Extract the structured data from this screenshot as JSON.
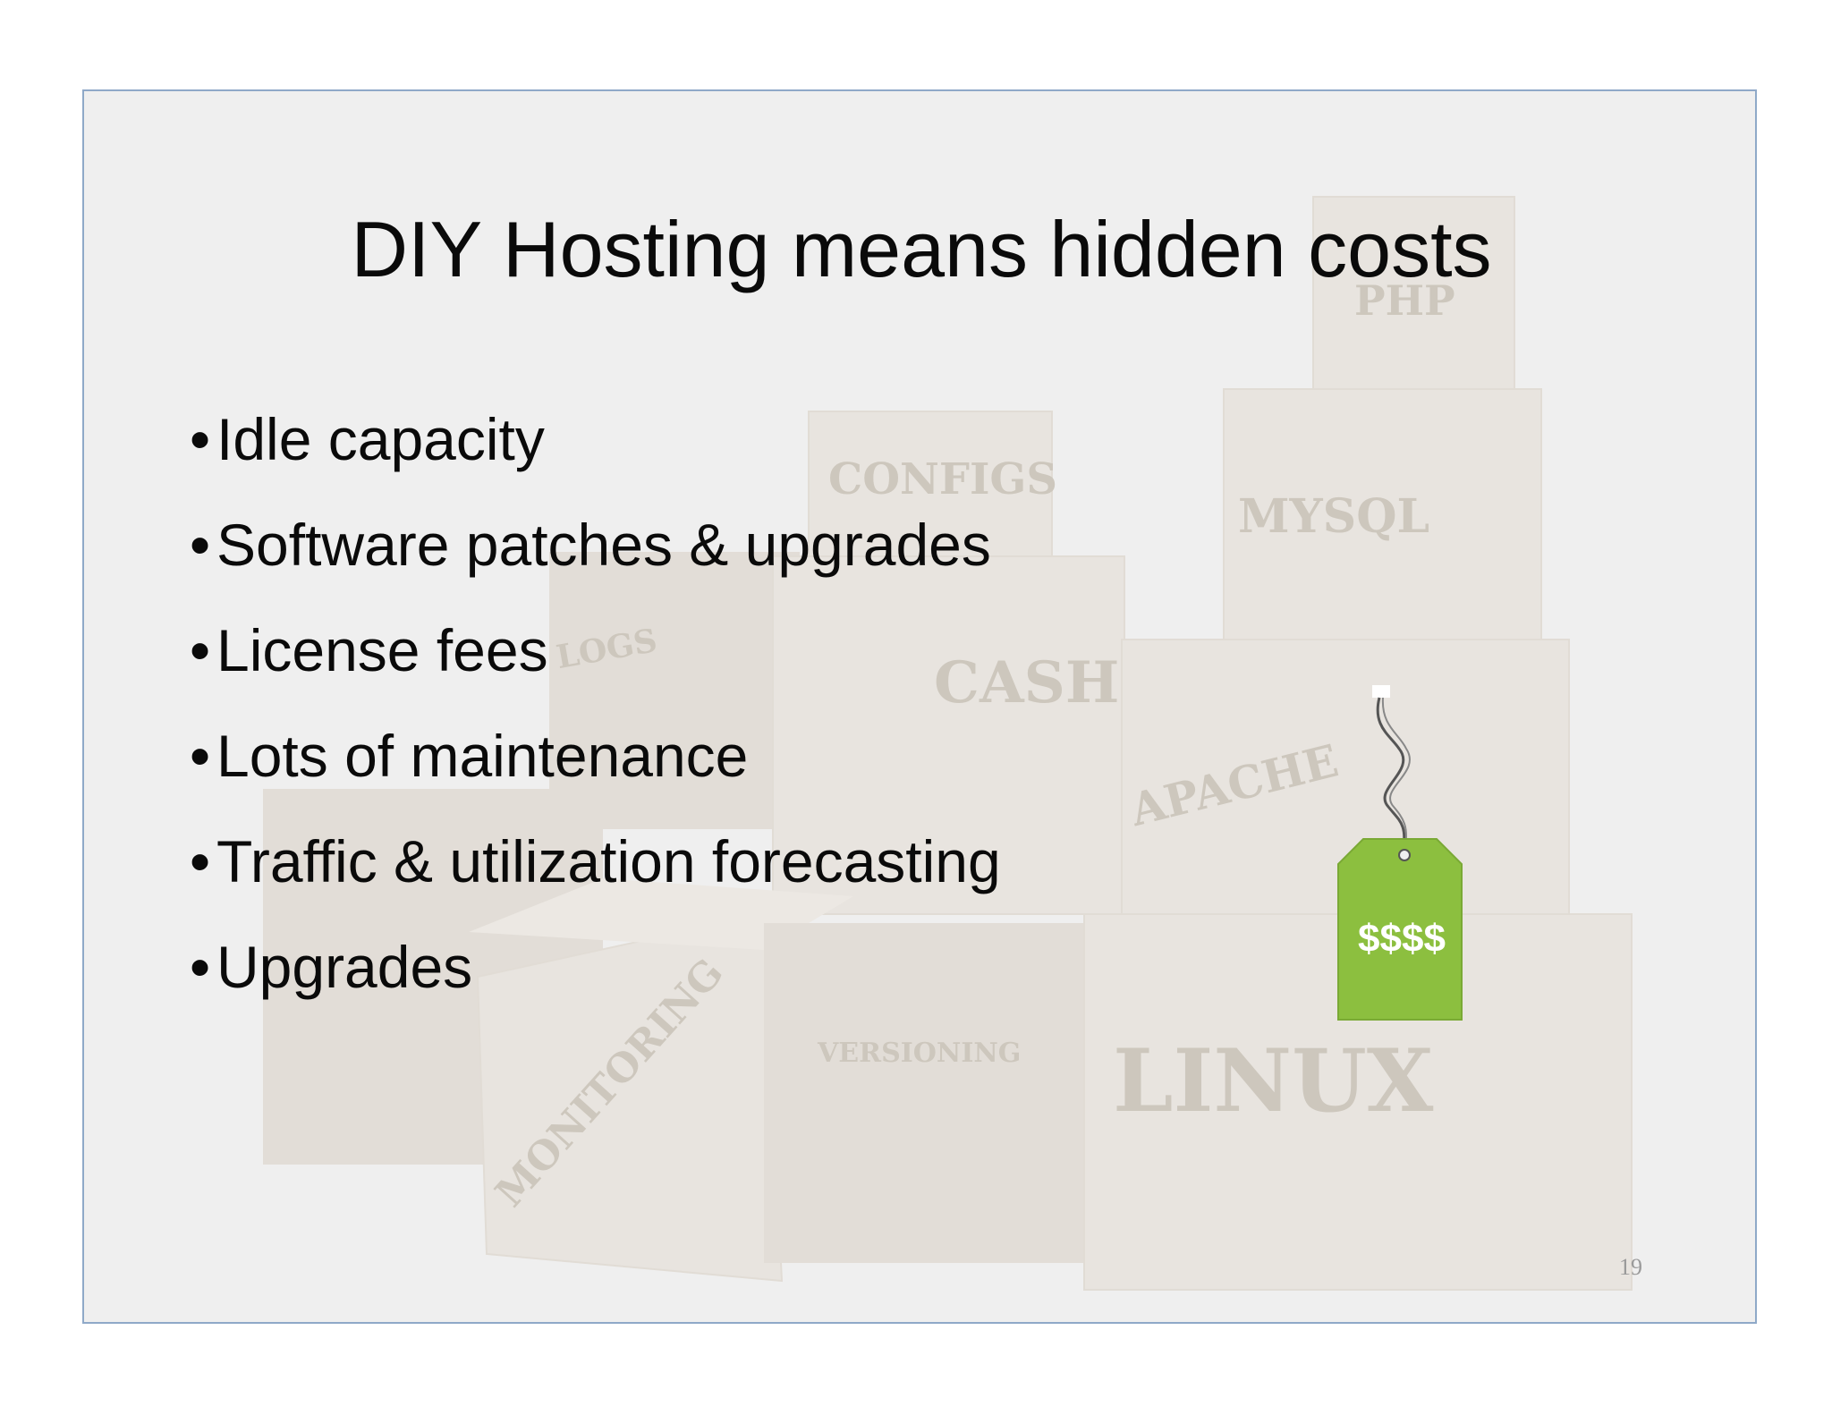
{
  "slide": {
    "title": "DIY Hosting means hidden costs",
    "bullets": [
      "Idle capacity",
      "Software patches & upgrades",
      "License fees",
      "Lots of maintenance",
      "Traffic & utilization forecasting",
      "Upgrades"
    ],
    "bullet_glyph": "•",
    "page_number": "19"
  },
  "background_boxes": {
    "labels": [
      "PHP",
      "CONFIGS",
      "MYSQL",
      "LOGS",
      "CASH",
      "APACHE",
      "MONITORING",
      "VERSIONING",
      "LINUX"
    ]
  },
  "price_tag": {
    "text": "$$$$",
    "color": "#8cbf3f"
  },
  "colors": {
    "slide_background": "#efefef",
    "slide_border": "#8fa9c8",
    "box_color": "#e7e3de",
    "box_label_color": "#cdc7bd"
  }
}
